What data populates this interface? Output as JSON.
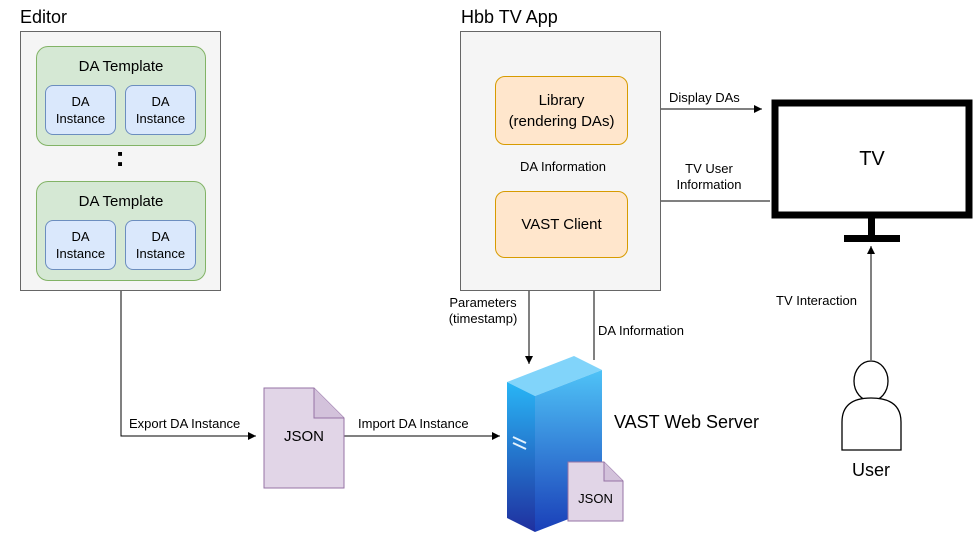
{
  "editor": {
    "title": "Editor",
    "templates": [
      {
        "label": "DA Template",
        "instances": [
          "DA\nInstance",
          "DA\nInstance"
        ]
      },
      {
        "label": "DA Template",
        "instances": [
          "DA\nInstance",
          "DA\nInstance"
        ]
      }
    ],
    "ellipsis": ":"
  },
  "hbbtv": {
    "title": "Hbb TV App",
    "library_label": "Library\n(rendering DAs)",
    "vast_client_label": "VAST Client",
    "internal_edge_label": "DA Information"
  },
  "tv": {
    "label": "TV",
    "display_edge_label": "Display DAs",
    "user_info_edge_label": "TV User\nInformation",
    "interaction_edge_label": "TV Interaction"
  },
  "user": {
    "label": "User"
  },
  "json_file": {
    "label": "JSON"
  },
  "server": {
    "label": "VAST Web Server",
    "json_label": "JSON",
    "params_edge_label": "Parameters\n(timestamp)",
    "da_info_edge_label": "DA Information",
    "import_edge_label": "Import DA Instance"
  },
  "export_edge_label": "Export DA Instance",
  "colors": {
    "container_fill": "#f5f5f5",
    "green_fill": "#d5e8d4",
    "blue_fill": "#dae8fc",
    "orange_fill": "#ffe6cc",
    "file_fill": "#e1d5e7",
    "server_blue": "#1565c0"
  }
}
